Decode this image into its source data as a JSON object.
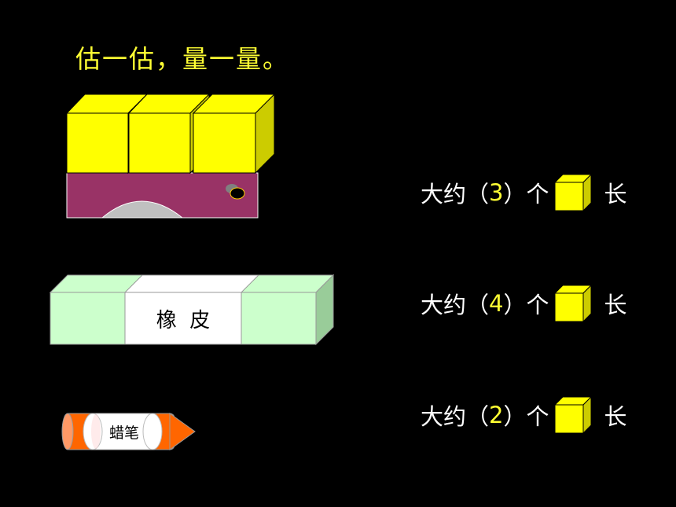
{
  "title": "估一估，量一量。",
  "objects": {
    "eraser_label": "橡  皮",
    "crayon_label": "蜡笔"
  },
  "rows": [
    {
      "prefix": "大约（",
      "value": "3",
      "suffix": "）个",
      "unit": "长"
    },
    {
      "prefix": "大约（",
      "value": "4",
      "suffix": "）个",
      "unit": "长"
    },
    {
      "prefix": "大约（",
      "value": "2",
      "suffix": "）个",
      "unit": "长"
    }
  ],
  "colors": {
    "cube": "#ffff00",
    "sharpener": "#993366",
    "eraser": "#ccffcc",
    "crayon": "#ff6600"
  }
}
